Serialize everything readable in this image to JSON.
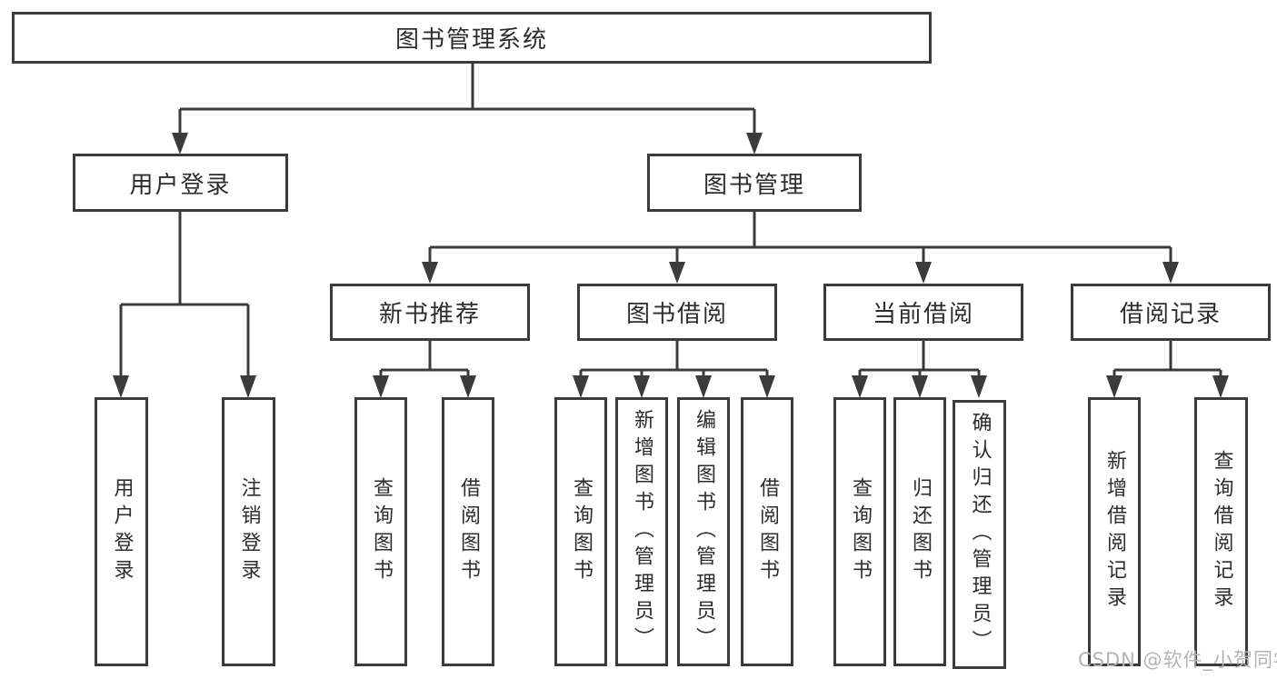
{
  "diagram": {
    "root": {
      "label": "图书管理系统"
    },
    "branches": [
      {
        "label": "用户登录",
        "children": [
          {
            "label": "用户登录"
          },
          {
            "label": "注销登录"
          }
        ]
      },
      {
        "label": "图书管理",
        "children": [
          {
            "label": "新书推荐",
            "children": [
              {
                "label": "查询图书"
              },
              {
                "label": "借阅图书"
              }
            ]
          },
          {
            "label": "图书借阅",
            "children": [
              {
                "label": "查询图书"
              },
              {
                "label": "新增图书（管理员）"
              },
              {
                "label": "编辑图书（管理员）"
              },
              {
                "label": "借阅图书"
              }
            ]
          },
          {
            "label": "当前借阅",
            "children": [
              {
                "label": "查询图书"
              },
              {
                "label": "归还图书"
              },
              {
                "label": "确认归还（管理员）"
              }
            ]
          },
          {
            "label": "借阅记录",
            "children": [
              {
                "label": "新增借阅记录"
              },
              {
                "label": "查询借阅记录"
              }
            ]
          }
        ]
      }
    ]
  },
  "watermark": {
    "text": "CSDN @软件_小贺同学"
  },
  "colors": {
    "line": "#3b3b3b",
    "text": "#2d2d2d",
    "watermark": "#b3b3b3",
    "background": "#ffffff"
  }
}
